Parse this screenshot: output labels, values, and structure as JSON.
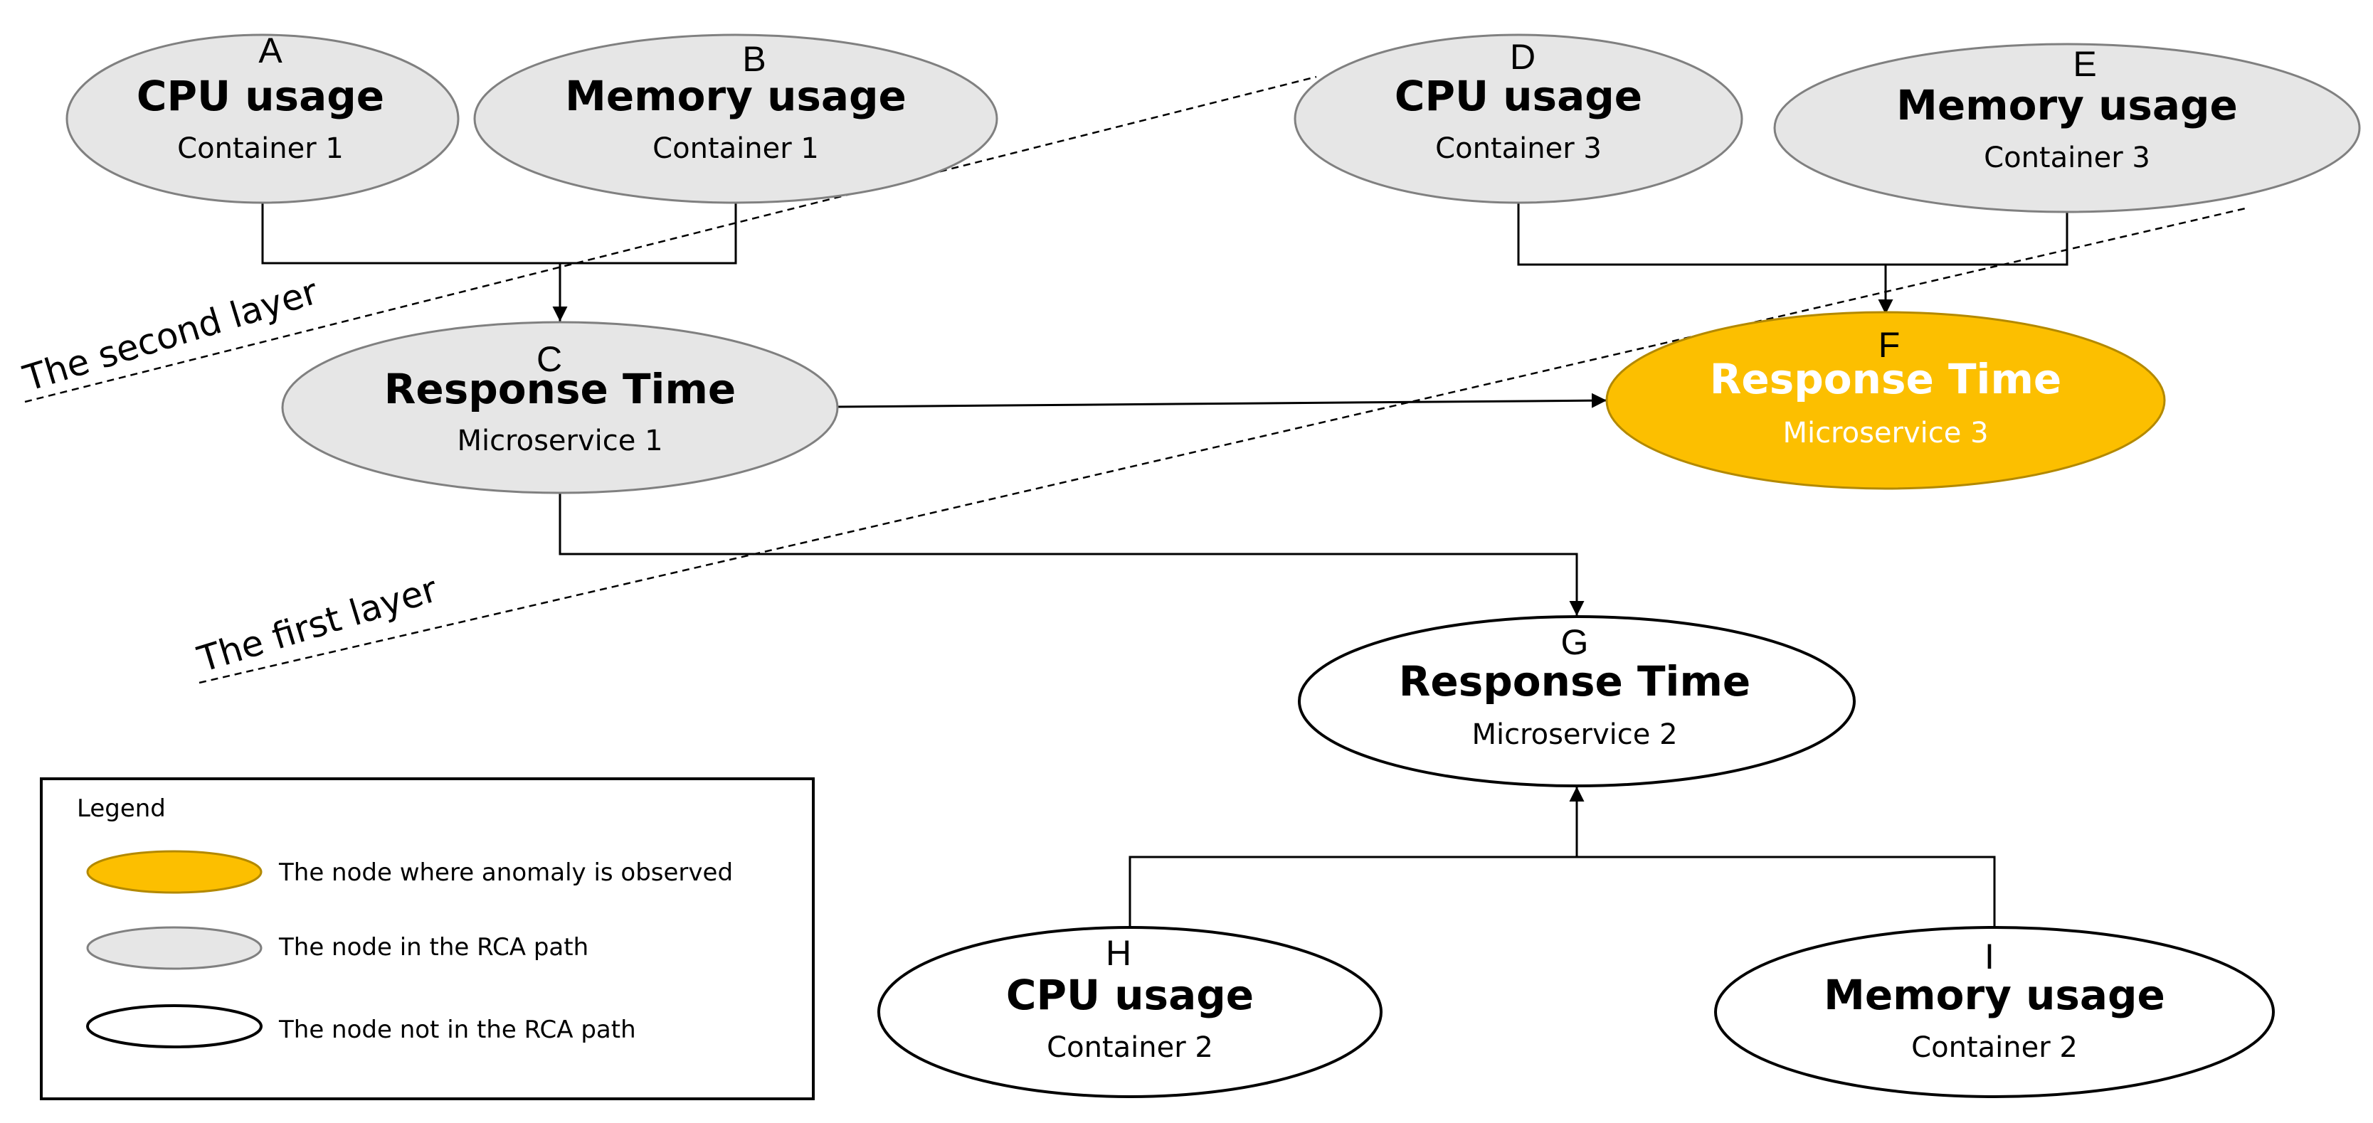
{
  "colors": {
    "in_rca_path": "#e6e6e6",
    "anomaly": "#fcbf00",
    "not_in_rca_path": "#ffffff",
    "stroke": "#000000",
    "gray_stroke": "#808080",
    "anomaly_stroke": "#b38900",
    "anomaly_text": "#ffffff"
  },
  "nodes": [
    {
      "id": "A",
      "letter": "A",
      "title": "CPU usage",
      "subtitle": "Container 1",
      "status": "rca_path"
    },
    {
      "id": "B",
      "letter": "B",
      "title": "Memory usage",
      "subtitle": "Container 1",
      "status": "rca_path"
    },
    {
      "id": "C",
      "letter": "C",
      "title": "Response Time",
      "subtitle": "Microservice 1",
      "status": "rca_path"
    },
    {
      "id": "D",
      "letter": "D",
      "title": "CPU usage",
      "subtitle": "Container 3",
      "status": "rca_path"
    },
    {
      "id": "E",
      "letter": "E",
      "title": "Memory usage",
      "subtitle": "Container 3",
      "status": "rca_path"
    },
    {
      "id": "F",
      "letter": "F",
      "title": "Response Time",
      "subtitle": "Microservice 3",
      "status": "anomaly"
    },
    {
      "id": "G",
      "letter": "G",
      "title": "Response Time",
      "subtitle": "Microservice 2",
      "status": "not_rca_path"
    },
    {
      "id": "H",
      "letter": "H",
      "title": "CPU usage",
      "subtitle": "Container 2",
      "status": "not_rca_path"
    },
    {
      "id": "I",
      "letter": "I",
      "title": "Memory usage",
      "subtitle": "Container 2",
      "status": "not_rca_path"
    }
  ],
  "edges": [
    {
      "from": "A",
      "to": "C"
    },
    {
      "from": "B",
      "to": "C"
    },
    {
      "from": "D",
      "to": "F"
    },
    {
      "from": "E",
      "to": "F"
    },
    {
      "from": "C",
      "to": "F"
    },
    {
      "from": "C",
      "to": "G"
    },
    {
      "from": "H",
      "to": "G"
    },
    {
      "from": "I",
      "to": "G"
    }
  ],
  "layers": {
    "second": "The second layer",
    "first": "The first layer"
  },
  "legend": {
    "title": "Legend",
    "items": [
      {
        "status": "anomaly",
        "label": "The node where anomaly is observed"
      },
      {
        "status": "rca_path",
        "label": "The node in the RCA path"
      },
      {
        "status": "not_rca_path",
        "label": "The node not in the RCA path"
      }
    ]
  }
}
